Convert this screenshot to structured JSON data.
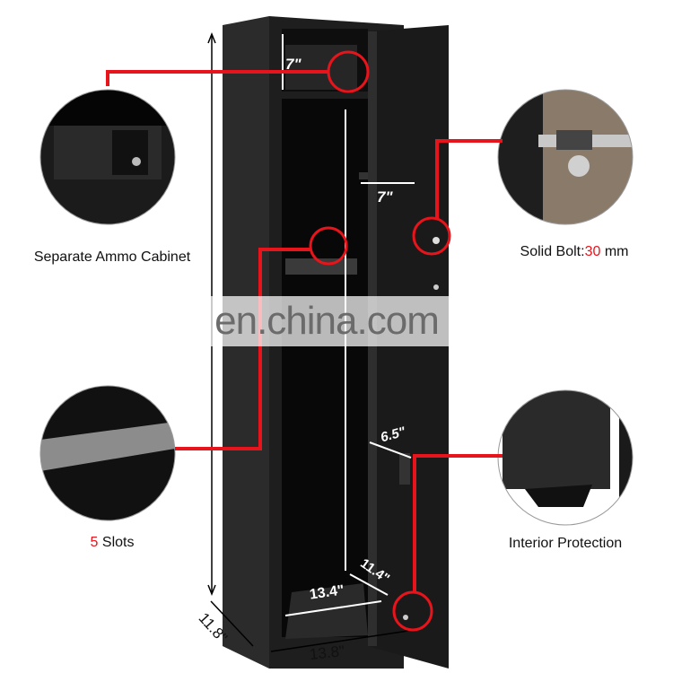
{
  "callouts": {
    "ammo": {
      "label": "Separate Ammo Cabinet"
    },
    "bolt": {
      "label_prefix": "Solid Bolt:",
      "value": "30",
      "label_suffix": " mm"
    },
    "slots": {
      "value": "5",
      "label_suffix": " Slots"
    },
    "interior": {
      "label": "Interior Protection"
    }
  },
  "dimensions": {
    "ammo_height": "7\"",
    "ammo_width": "7\"",
    "shelf_depth": "6.5\"",
    "inner_depth": "11.4\"",
    "inner_width": "13.4\"",
    "outer_depth": "11.8\"",
    "outer_width": "13.8\""
  },
  "watermark": "en.china.com",
  "colors": {
    "accent": "#e8141b",
    "cabinet": "#1c1c1c"
  }
}
